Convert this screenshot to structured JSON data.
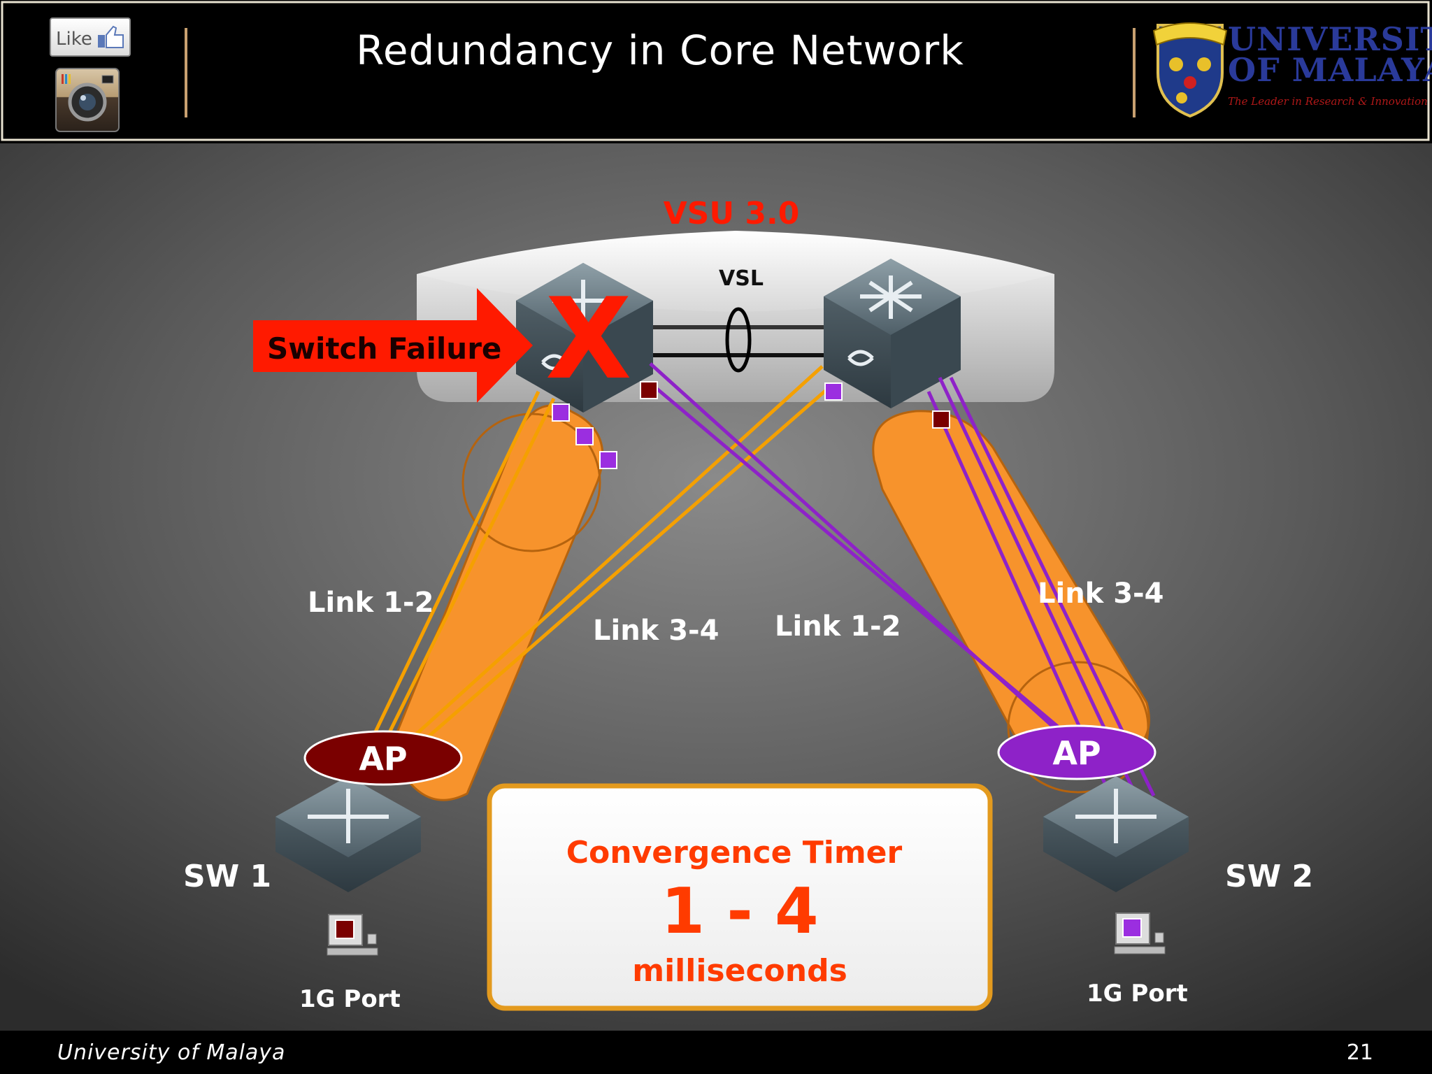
{
  "header": {
    "title": "Redundancy in Core Network",
    "like_label": "Like",
    "uni_line1": "UNIVERSITY",
    "uni_line2": "OF MALAYA",
    "uni_tagline": "The Leader in Research & Innovation"
  },
  "diagram": {
    "vsu_label": "VSU 3.0",
    "vsl_label": "VSL",
    "failure_label": "Switch Failure",
    "failure_mark": "X",
    "link_left_12": "Link 1-2",
    "link_left_34": "Link 3-4",
    "link_right_12": "Link 1-2",
    "link_right_34": "Link 3-4",
    "ap_left": "AP",
    "ap_right": "AP",
    "sw1_label": "SW 1",
    "sw2_label": "SW 2",
    "port_left": "1G Port",
    "port_right": "1G Port",
    "timer_title": "Convergence Timer",
    "timer_value": "1 - 4",
    "timer_unit": "milliseconds"
  },
  "footer": {
    "org": "University of Malaya",
    "page": "21"
  },
  "colors": {
    "orange": "#f7932c",
    "purple": "#8e22c8",
    "dark_red": "#7a0000",
    "alert_red": "#ff1a00",
    "timer_text": "#ff3b00"
  }
}
